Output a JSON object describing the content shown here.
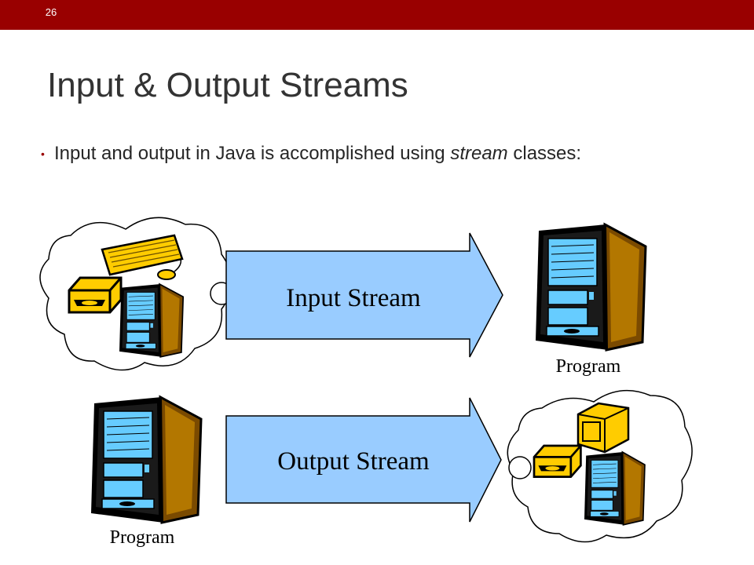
{
  "slide": {
    "number": "26",
    "title": "Input & Output Streams",
    "bullet": {
      "before": "Input and output in Java is accomplished using ",
      "emphasis": "stream",
      "after": " classes:"
    }
  },
  "diagram": {
    "input_arrow_label": "Input Stream",
    "output_arrow_label": "Output Stream",
    "program_label_top": "Program",
    "program_label_bottom": "Program"
  },
  "colors": {
    "accent": "#990000",
    "arrow_fill": "#99ccff",
    "tower_face": "#cc8800",
    "screen_blue": "#66ccff",
    "device_yellow": "#ffcc00"
  }
}
